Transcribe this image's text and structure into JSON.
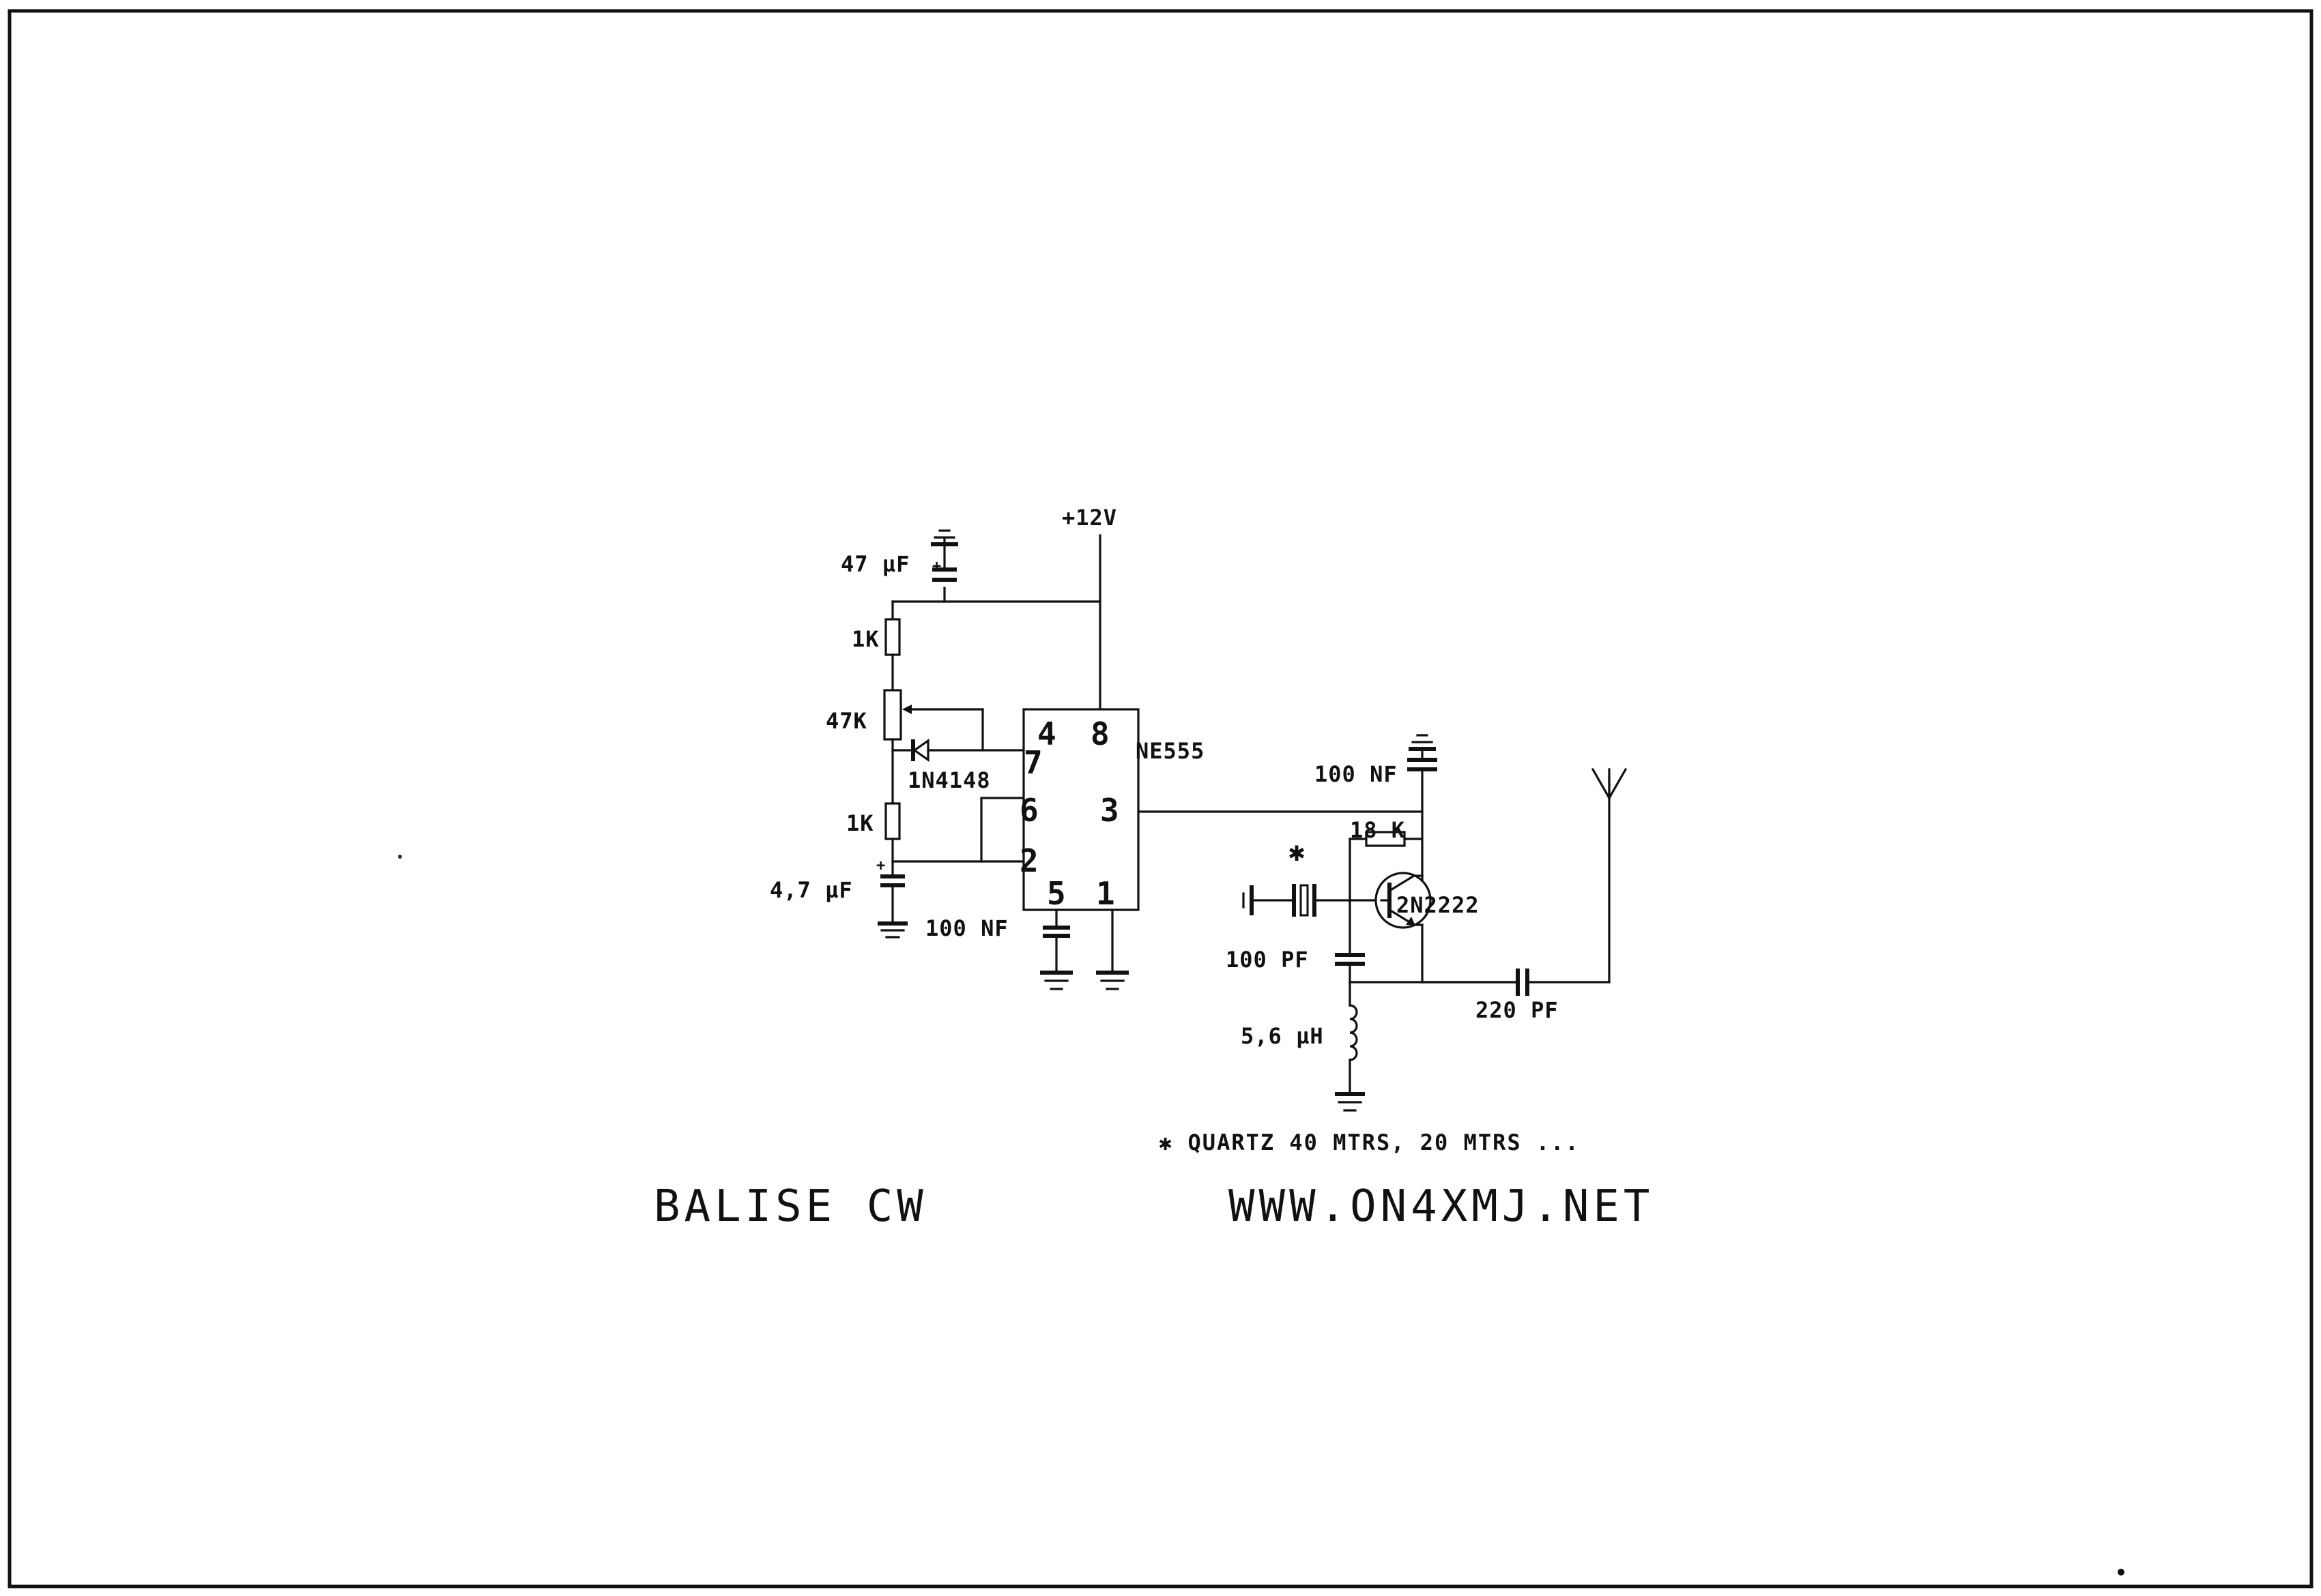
{
  "labels": {
    "supply": "+12V",
    "c_47uf": "47 µF",
    "r_1k_top": "1K",
    "pot_47k": "47K",
    "diode": "1N4148",
    "r_1k_bottom": "1K",
    "c_4_7uf": "4,7 µF",
    "c_100nf_pin5": "100 NF",
    "ic_name": "NE555",
    "c_100nf_top": "100 NF",
    "r_18k": "18 K",
    "star": "✱",
    "transistor": "2N2222",
    "c_100pf": "100 PF",
    "inductor": "5,6 µH",
    "c_220pf": "220 PF",
    "plus": "+"
  },
  "pins": {
    "p4": "4",
    "p8": "8",
    "p7": "7",
    "p6": "6",
    "p3": "3",
    "p2": "2",
    "p5": "5",
    "p1": "1"
  },
  "footnote": "✱ QUARTZ 40 MTRS, 20 MTRS ...",
  "footer": {
    "title": "BALISE CW",
    "url": "WWW.ON4XMJ.NET"
  }
}
